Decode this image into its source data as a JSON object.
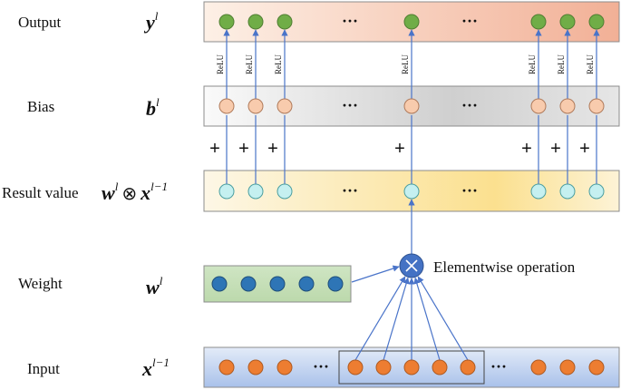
{
  "rows": {
    "output": {
      "label": "Output",
      "symbol": "y",
      "sup": "l"
    },
    "bias": {
      "label": "Bias",
      "symbol": "b",
      "sup": "l"
    },
    "result": {
      "label": "Result value",
      "symbol_w": "w",
      "sup_w": "l",
      "op": "⊗",
      "symbol_x": "x",
      "sup_x": "l−1"
    },
    "weight": {
      "label": "Weight",
      "symbol": "w",
      "sup": "l"
    },
    "input": {
      "label": "Input",
      "symbol": "x",
      "sup": "l−1"
    }
  },
  "operation": {
    "name": "Elementwise operation",
    "icon": "multiply-icon"
  },
  "activation_label": "ReLU",
  "plus_sign": "+",
  "ellipsis": "···",
  "colors": {
    "output_node": "#70ad47",
    "bias_node": "#f8cbad",
    "result_node": "#c5f0f0",
    "weight_node": "#2e75b6",
    "input_node": "#ed7d31",
    "operator": "#4472c4",
    "connector": "#4a74c9"
  }
}
